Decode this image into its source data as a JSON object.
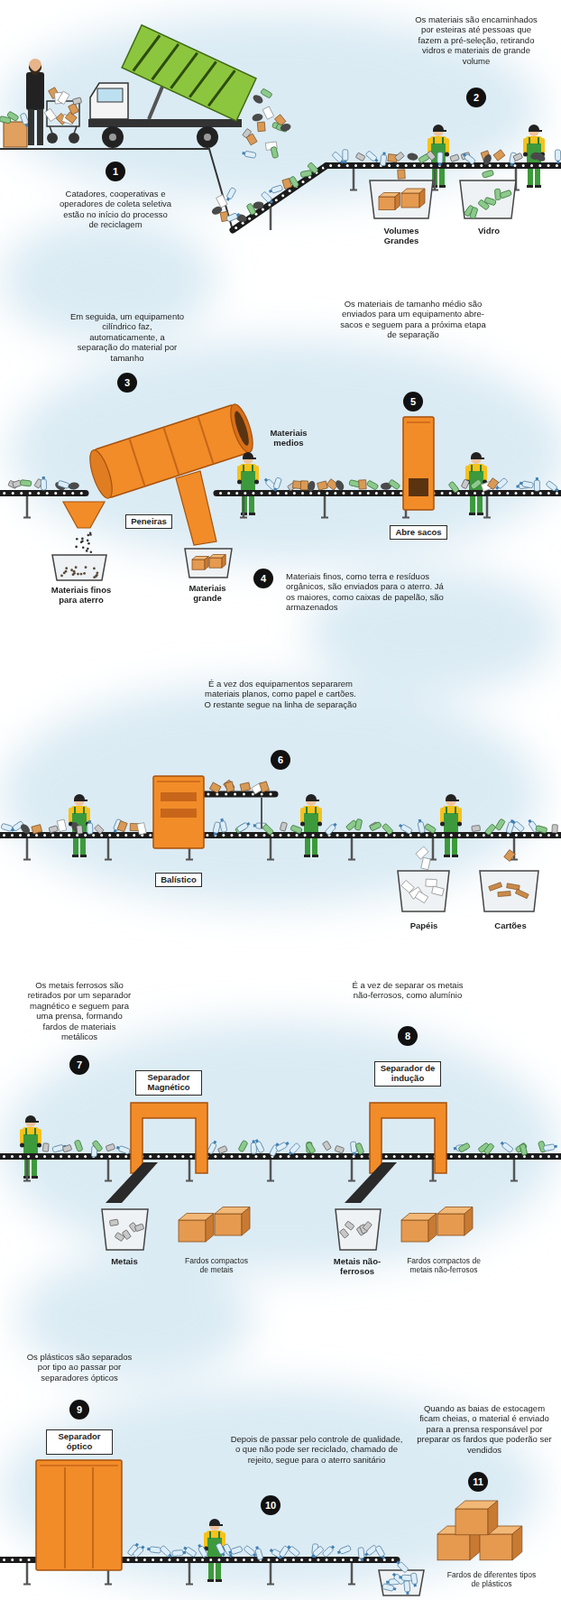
{
  "diagram": {
    "nodes": [
      {
        "text": [
          "1"
        ]
      },
      {
        "text": [
          "2"
        ]
      },
      {
        "text": [
          "3"
        ]
      },
      {
        "text": [
          "Peneiras"
        ]
      },
      {
        "text": [
          "4"
        ]
      },
      {
        "text": [
          "5"
        ]
      },
      {
        "text": [
          "Abre sacos"
        ]
      },
      {
        "text": [
          "6"
        ]
      },
      {
        "text": [
          "Balístico"
        ]
      },
      {
        "text": [
          "7"
        ]
      },
      {
        "text": [
          "Separador Magnético"
        ]
      },
      {
        "text": [
          "8"
        ]
      },
      {
        "text": [
          "Separador de indução"
        ]
      },
      {
        "text": [
          "9"
        ]
      },
      {
        "text": [
          "Separador óptico"
        ]
      },
      {
        "text": [
          "10"
        ]
      },
      {
        "text": [
          "11"
        ]
      }
    ],
    "labels": [
      "Catadores, cooperativas e operadores de coleta seletiva estão no início do processo de reciclagem",
      "Os materiais são encaminhados por esteiras até pessoas que fazem a pré-seleção, retirando vidros e materiais de grande volume",
      "Volumes Grandes",
      "Vidro",
      "Em seguida, um equipamento cilíndrico faz, automaticamente, a separação do material por tamanho",
      "Os materiais de tamanho médio são enviados para um equipamento abre-sacos e seguem para a próxima etapa de separação",
      "Materiais medios",
      "Materiais finos para aterro",
      "Materiais grande",
      "Materiais finos, como terra e resíduos orgânicos, são enviados para o aterro. Já os maiores, como caixas de papelão, são armazenados",
      "É a vez dos equipamentos separarem materiais planos, como papel e cartões. O restante segue na linha de separação",
      "Papéis",
      "Cartões",
      "Os metais ferrosos são retirados por um separador magnético e seguem para uma prensa, formando fardos de materiais metálicos",
      "É a vez de separar os metais não-ferrosos, como alumínio",
      "Metais",
      "Fardos compactos de metais",
      "Metais não-ferrosos",
      "Fardos compactos de metais não-ferrosos",
      "Os plásticos são separados por tipo ao passar por separadores ópticos",
      "Depois de passar pelo controle de qualidade, o que não pode ser reciclado, chamado de rejeito, segue para o aterro sanitário",
      "Quando as baias de estocagem ficam cheias, o material é enviado para a prensa responsável por preparar os fardos que poderão ser vendidos",
      "Fardos de diferentes tipos de plásticos"
    ]
  }
}
